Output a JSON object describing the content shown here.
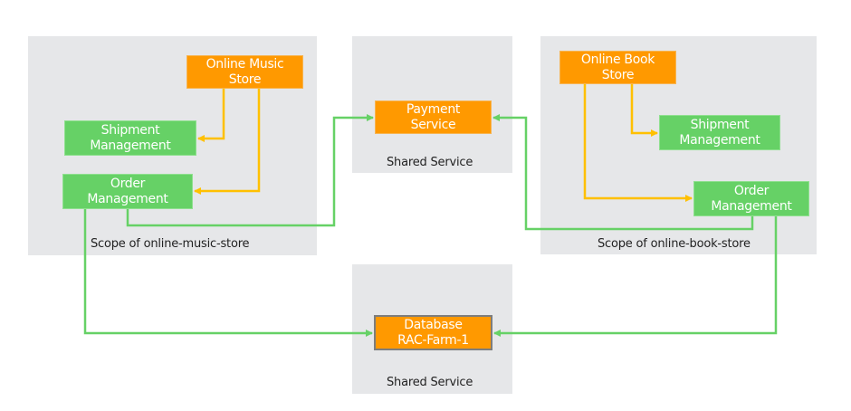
{
  "colors": {
    "panel_bg": "#e6e7e9",
    "service_orange": "#ff9900",
    "component_green": "#66d166",
    "internal_link": "#ffc000",
    "external_link": "#66d166",
    "db_border": "#7d7d7d"
  },
  "panels": {
    "music_scope": {
      "label": "Scope of online-music-store"
    },
    "shared_payment": {
      "label": "Shared Service"
    },
    "book_scope": {
      "label": "Scope of online-book-store"
    },
    "shared_database": {
      "label": "Shared Service"
    }
  },
  "nodes": {
    "music_store": {
      "line1": "Online Music",
      "line2": "Store"
    },
    "music_shipment": {
      "line1": "Shipment",
      "line2": "Management"
    },
    "music_order": {
      "line1": "Order",
      "line2": "Management"
    },
    "payment": {
      "line1": "Payment",
      "line2": "Service"
    },
    "book_store": {
      "line1": "Online Book",
      "line2": "Store"
    },
    "book_shipment": {
      "line1": "Shipment",
      "line2": "Management"
    },
    "book_order": {
      "line1": "Order",
      "line2": "Management"
    },
    "database": {
      "line1": "Database",
      "line2": "RAC-Farm-1"
    }
  },
  "edges": [
    {
      "from": "music_store",
      "to": "music_shipment",
      "kind": "internal"
    },
    {
      "from": "music_store",
      "to": "music_order",
      "kind": "internal"
    },
    {
      "from": "book_store",
      "to": "book_shipment",
      "kind": "internal"
    },
    {
      "from": "book_store",
      "to": "book_order",
      "kind": "internal"
    },
    {
      "from": "music_order",
      "to": "payment",
      "kind": "external"
    },
    {
      "from": "book_order",
      "to": "payment",
      "kind": "external"
    },
    {
      "from": "music_order",
      "to": "database",
      "kind": "external"
    },
    {
      "from": "book_order",
      "to": "database",
      "kind": "external"
    }
  ]
}
